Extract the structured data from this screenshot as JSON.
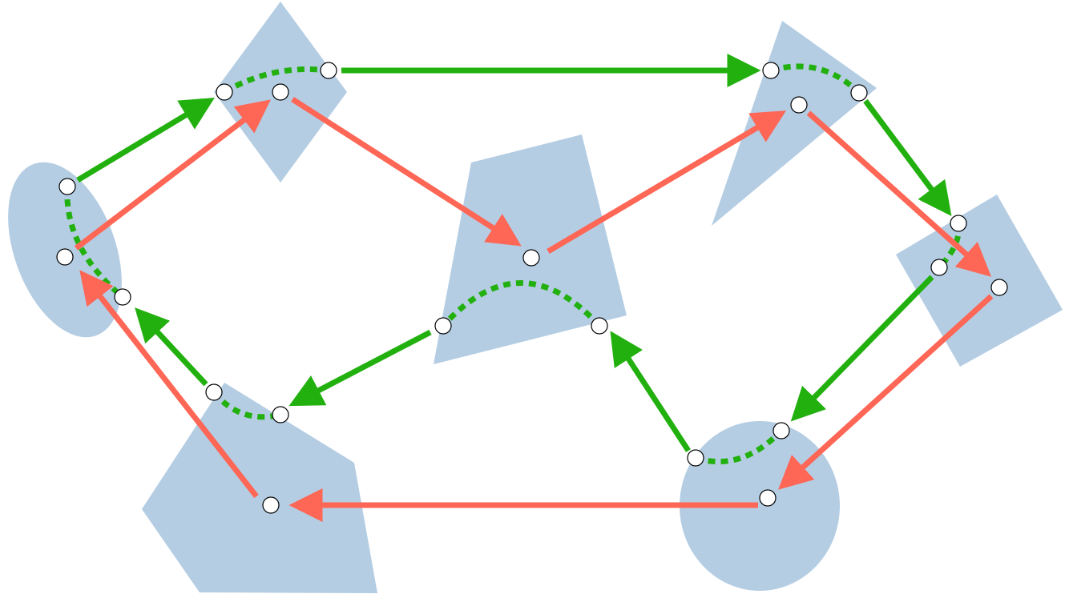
{
  "colors": {
    "background": "#ffffff",
    "shape_fill": "#b4cde3",
    "green_path": "#22b00f",
    "red_path": "#fe6656",
    "node_fill": "#ffffff",
    "node_stroke": "#000000"
  },
  "shapes": [
    {
      "id": "ellipse-left",
      "kind": "ellipse"
    },
    {
      "id": "diamond-top-left",
      "kind": "polygon"
    },
    {
      "id": "trapezoid-center",
      "kind": "polygon"
    },
    {
      "id": "triangle-top-right",
      "kind": "polygon"
    },
    {
      "id": "quad-right",
      "kind": "polygon"
    },
    {
      "id": "circle-bottom-right",
      "kind": "ellipse"
    },
    {
      "id": "pentagon-bottom-left",
      "kind": "polygon"
    }
  ],
  "paths": [
    {
      "id": "green-cycle",
      "color": "green_path",
      "style": "solid-arrows-with-dotted-transitions"
    },
    {
      "id": "red-cycle",
      "color": "red_path",
      "style": "solid-arrows"
    }
  ]
}
